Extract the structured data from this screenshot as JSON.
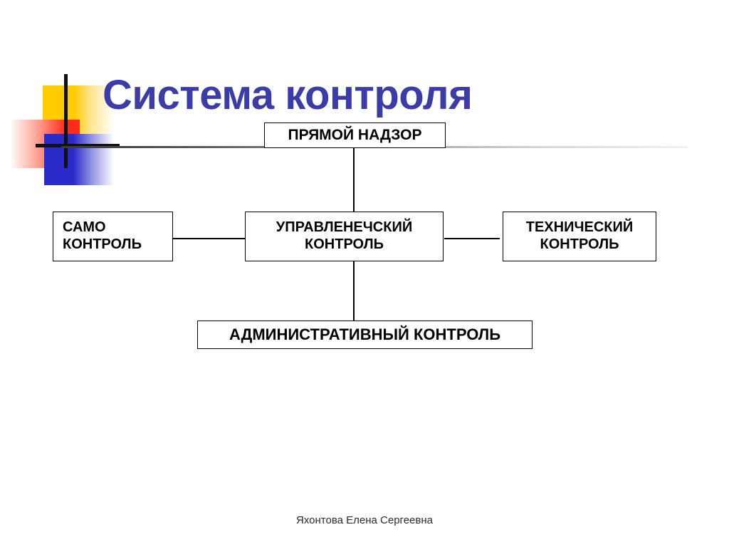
{
  "slide": {
    "title": "Система контроля",
    "footer": "Яхонтова Елена Сергеевна",
    "title_color": "#3C3CA8",
    "background": "#ffffff"
  },
  "logo": {
    "yellow": "#FFCC00",
    "red": "#FF2A18",
    "blue": "#2B2BCC",
    "cross": "#111111"
  },
  "diagram": {
    "nodes": {
      "direct": {
        "line1": "ПРЯМОЙ НАДЗОР"
      },
      "self": {
        "line1": "САМО",
        "line2": "КОНТРОЛЬ"
      },
      "managerial": {
        "line1": "УПРАВЛЕНЕЧСКИЙ",
        "line2": "КОНТРОЛЬ"
      },
      "technical": {
        "line1": "ТЕХНИЧЕСКИЙ",
        "line2": "КОНТРОЛЬ"
      },
      "admin": {
        "line1": "АДМИНИСТРАТИВНЫЙ КОНТРОЛЬ"
      }
    },
    "connectors": [
      {
        "from": "direct",
        "to": "managerial",
        "orientation": "vertical"
      },
      {
        "from": "self",
        "to": "managerial",
        "orientation": "horizontal"
      },
      {
        "from": "managerial",
        "to": "technical",
        "orientation": "horizontal"
      },
      {
        "from": "managerial",
        "to": "admin",
        "orientation": "vertical"
      }
    ]
  }
}
